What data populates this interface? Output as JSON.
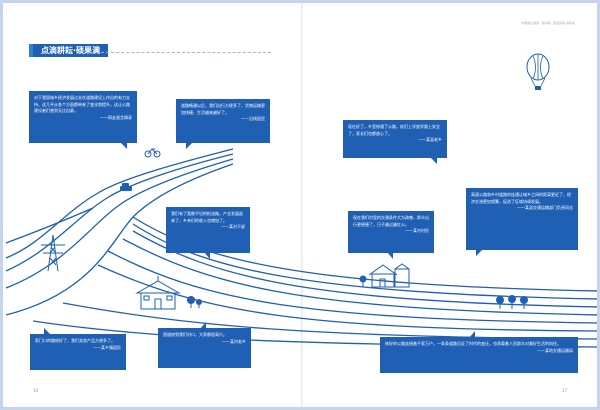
{
  "header": {
    "note": "中国电子政务（第2版）建设实践 某机关"
  },
  "section": {
    "title": "点滴耕耘·硕果满"
  },
  "bubbles": [
    {
      "text": "对于我国城乡经济发展过去在道路建设上作出的有力支持，这几乎从各个方面都带来了变化和提升。这让公路建设者们感到无比自豪。",
      "source": "——网友留言摘录"
    },
    {
      "text": "道路畅通以后，我们出行方便多了，货物运输更加快捷，生活越来越好了。",
      "source": "——沿线居民"
    },
    {
      "text": "现在好了，乡里修通了公路，娃们上学放学路上安全了，家长们也都放心了。",
      "source": "——某县老乡"
    },
    {
      "text": "我们有了宽敞平坦的柏油路，产业发展起来了，乡亲们的收入也增加了。",
      "source": "——某村干部"
    },
    {
      "text": "现在我们村里的交通条件大为改善，群众出行更便捷了，日子越过越红火。",
      "source": "——某村村民"
    },
    {
      "text": "高速公路和乡村道路的连通让城乡之间的距离更近了，经济交流更加频繁，促进了区域协调发展。",
      "source": "——某县交通运输部门负责同志"
    },
    {
      "text": "家门口的路修好了，我们卖农产品方便多了。",
      "source": "——某乡镇居民"
    },
    {
      "text": "国道修到我们村口，大家都很高兴。",
      "source": "——某村老乡"
    },
    {
      "text": "修好的公路连接着千家万户，一条条道路见证了时代的变迁，也承载着人民群众对美好生活的向往。",
      "source": "——某地交通运输局"
    }
  ],
  "pages": {
    "left": "16",
    "right": "17"
  },
  "colors": {
    "accent": "#1f5fb4",
    "line": "#1f5fb4",
    "border": "#c3d4ec"
  }
}
